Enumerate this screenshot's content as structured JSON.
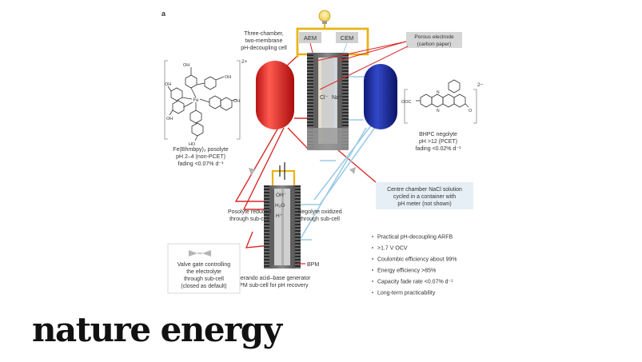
{
  "panel_label": "a",
  "cell_title": [
    "Three-chamber,",
    "two-membrane",
    "pH-decoupling cell"
  ],
  "membranes": {
    "aem": "AEM",
    "cem": "CEM"
  },
  "ions": {
    "cl": "Cl⁻",
    "na": "Na⁺"
  },
  "porous_electrode": [
    "Porous electrode",
    "(carbon paper)"
  ],
  "posolyte_charge": "2+",
  "negolyte_charge": "2−",
  "fe_complex_labels": {
    "oh": "OH",
    "ho": "HO",
    "fe": "Fe",
    "n": "N"
  },
  "bhpc_labels": {
    "cooh": "OOC",
    "n": "N",
    "o": "O"
  },
  "posolyte_label": [
    "Fe(Bhmbpy)₃ posolyte",
    "pH 2–4 (non-PCET)",
    "fading <0.07% d⁻¹"
  ],
  "negolyte_label": [
    "BHPC negolyte",
    "pH >12 (PCET)",
    "fading <0.02% d⁻¹"
  ],
  "centre_chamber_note": [
    "Centre chamber NaCl solution",
    "cycled in a container with",
    "pH meter (not shown)"
  ],
  "posolyte_reduced": [
    "Posolyte reduced",
    "through sub-cell"
  ],
  "negolyte_oxidized": [
    "Negolyte oxidized",
    "through sub-cell"
  ],
  "subcell_species": {
    "oh": "OH⁻",
    "h2o": "H₂O",
    "h": "H⁺"
  },
  "valve_note": [
    "Valve gate controlling",
    "the electrolyte",
    "through sub-cell",
    "(closed as default)"
  ],
  "bpm_label": "BPM",
  "generator_label": [
    "Operando acid–base generator",
    "BPM sub-cell for pH recovery"
  ],
  "bullets": [
    "Practical pH-decoupling ARFB",
    ">1.7 V OCV",
    "Coulombic efficiency about 99%",
    "Energy efficiency >85%",
    "Capacity fade rate <0.07% d⁻¹",
    "Long-term practicability"
  ],
  "brand": "nature energy",
  "colors": {
    "posolyte_red": "#e8302c",
    "negolyte_blue": "#1e2fa0",
    "frame_yellow": "#e8b418",
    "pipe_red": "#d92a2a",
    "pipe_blue": "#9ecbe6",
    "note_box": "#e6eef6",
    "electrode_box": "#d6d6d6",
    "bpm_red": "#e02828"
  }
}
